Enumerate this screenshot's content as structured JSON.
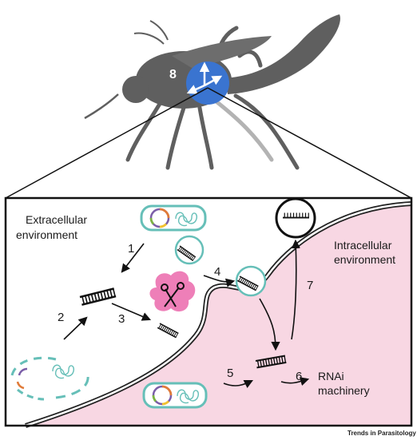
{
  "diagram": {
    "labels": {
      "extracellular_line1": "Extracellular",
      "extracellular_line2": "environment",
      "intracellular_line1": "Intracellular",
      "intracellular_line2": "environment",
      "rnai_line1": "RNAi",
      "rnai_line2": "machinery",
      "mosquito_step": "8"
    },
    "steps": [
      "1",
      "2",
      "3",
      "4",
      "5",
      "6",
      "7"
    ],
    "credit": "Trends in Parasitology"
  },
  "colors": {
    "mosquito": "#5f5f5f",
    "mosquito_leg_light": "#b3b3b3",
    "blue_spot": "#3a74d0",
    "intracellular": "#f8d7e3",
    "membrane": "#222222",
    "bacteria_outline": "#66bfb8",
    "nuclease": "#ee7fb8"
  },
  "icons": [
    "dsrna-icon",
    "plasmid-icon",
    "scissors-icon",
    "bacterium-icon",
    "vesicle-icon",
    "lysed-bacterium-icon",
    "rnai-complex-icon"
  ]
}
